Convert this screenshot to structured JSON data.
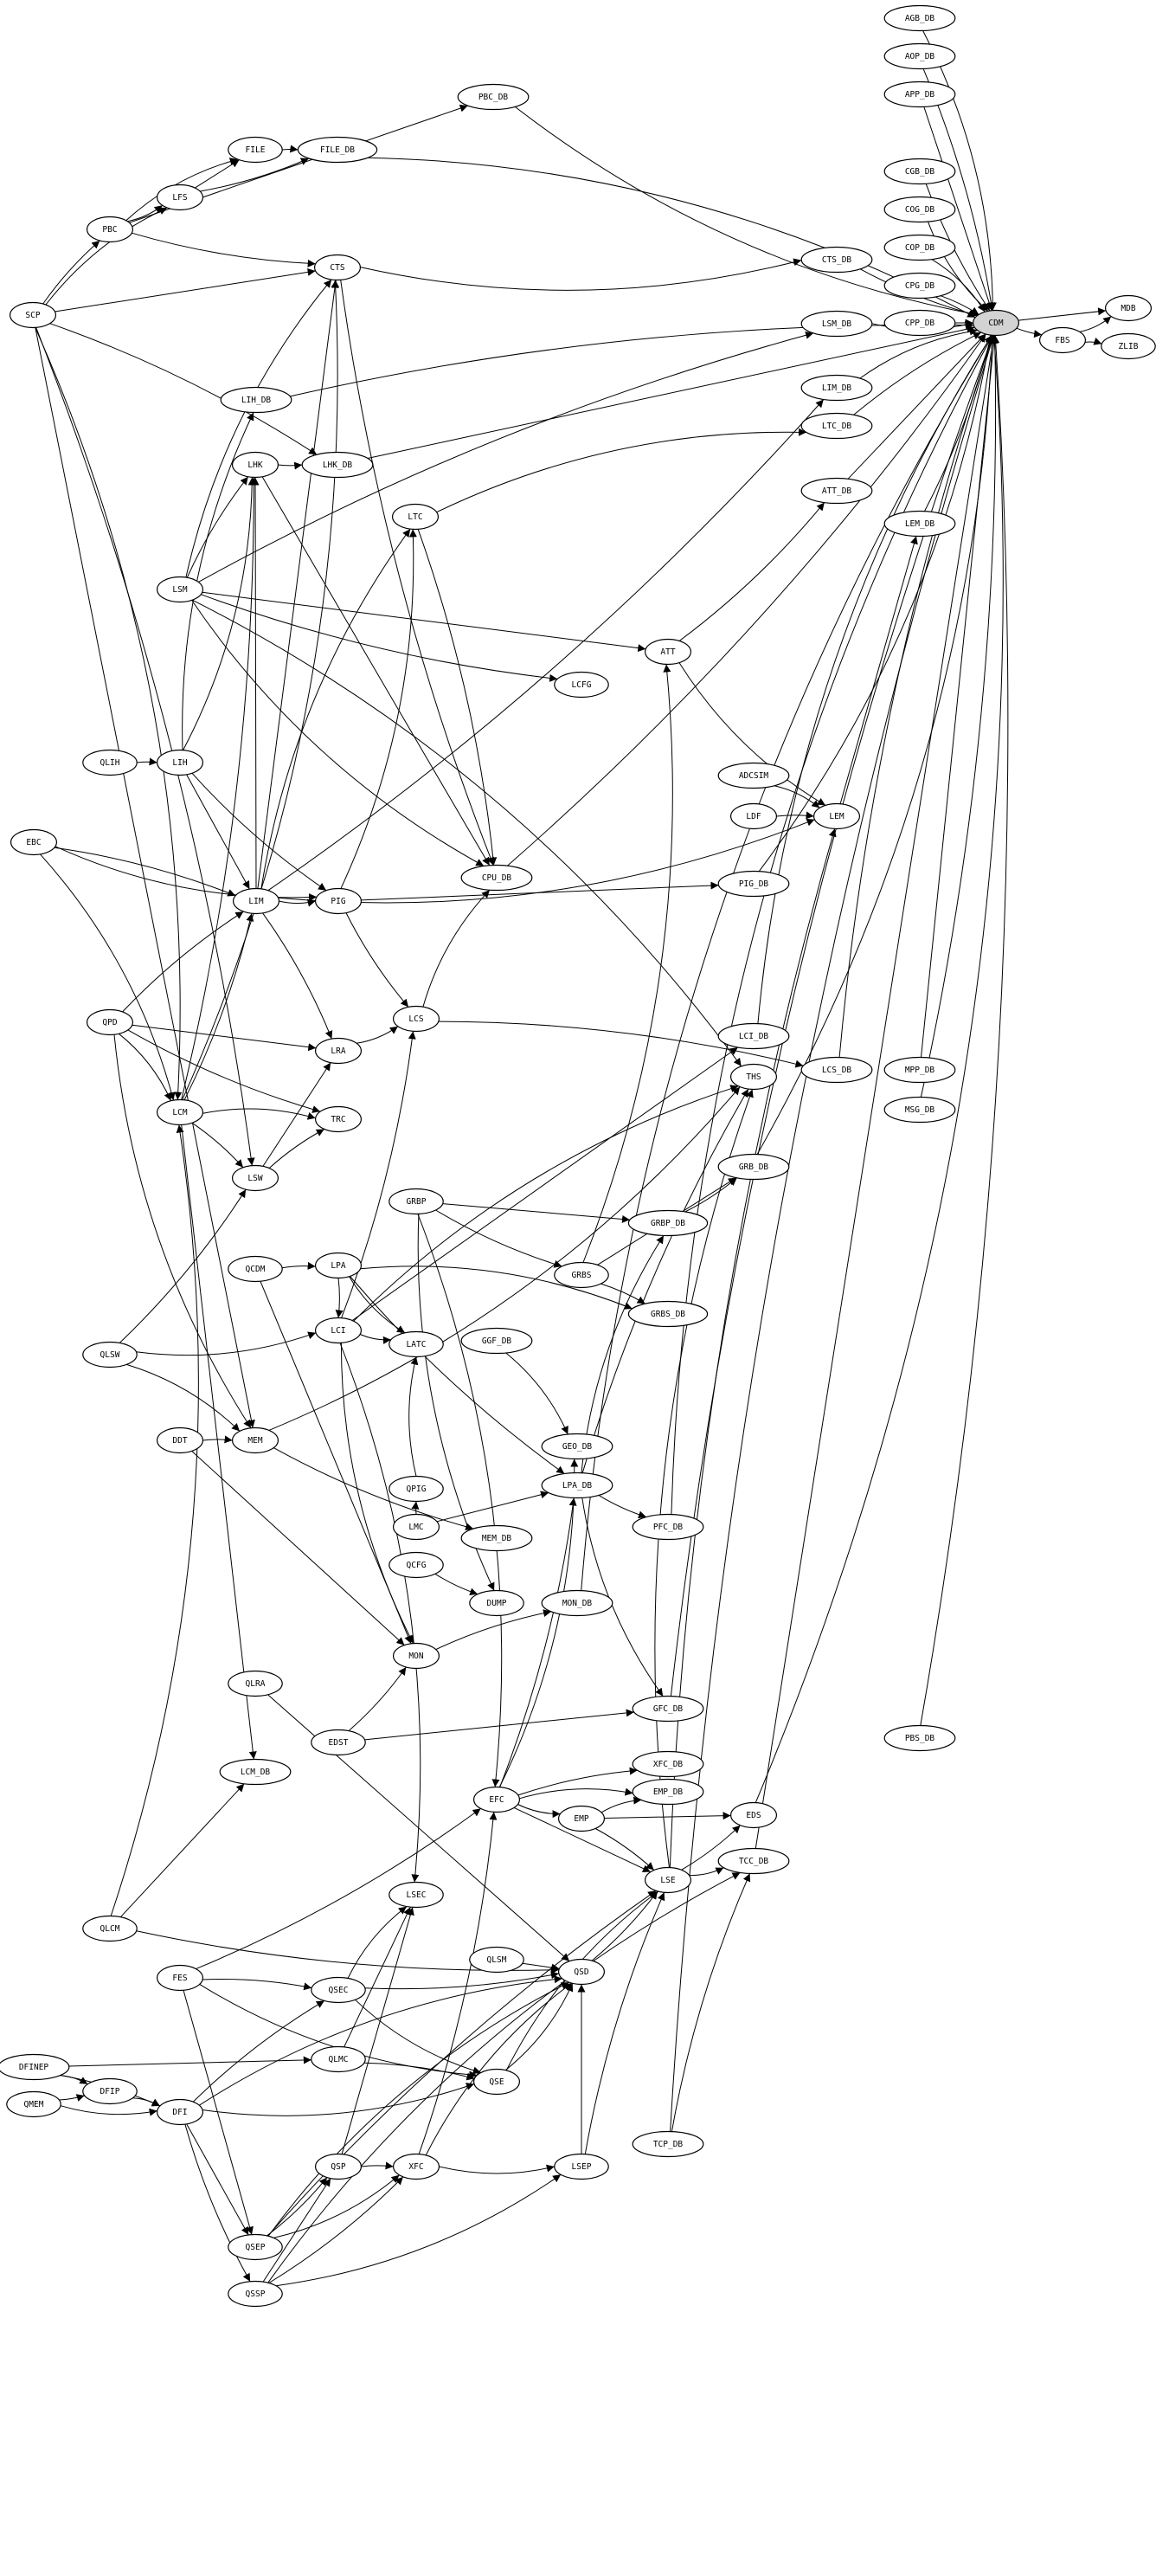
{
  "graph": {
    "highlight_node": "CDM",
    "highlight_color": "#d3d3d3",
    "nodes": [
      "AGB_DB",
      "AOP_DB",
      "APP_DB",
      "CGB_DB",
      "COG_DB",
      "COP_DB",
      "CPG_DB",
      "CPP_DB",
      "CDM",
      "FBS",
      "MDB",
      "ZLIB",
      "CTS_DB",
      "LSM_DB",
      "LIM_DB",
      "LTC_DB",
      "ATT_DB",
      "LEM_DB",
      "PBC_DB",
      "FILE",
      "FILE_DB",
      "LFS",
      "PBC",
      "CTS",
      "SCP",
      "LIH_DB",
      "LHK",
      "LHK_DB",
      "LTC",
      "LSM",
      "LCFG",
      "ATT",
      "QLIH",
      "LIH",
      "EBC",
      "CPU_DB",
      "LIM",
      "PIG",
      "ADCSIM",
      "LDF",
      "LEM",
      "PIG_DB",
      "LCS",
      "QPD",
      "LRA",
      "LCM",
      "TRC",
      "LCI_DB",
      "THS",
      "LCS_DB",
      "MPP_DB",
      "MSG_DB",
      "LSW",
      "GRBP",
      "GRB_DB",
      "GRBP_DB",
      "QCDM",
      "LPA",
      "GRBS",
      "GRBS_DB",
      "LCI",
      "LATC",
      "GGF_DB",
      "QLSW",
      "DDT",
      "MEM",
      "GEO_DB",
      "LPA_DB",
      "QPIG",
      "LMC",
      "MEM_DB",
      "PFC_DB",
      "QCFG",
      "DUMP",
      "MON_DB",
      "MON",
      "QLRA",
      "EDST",
      "GFC_DB",
      "PBS_DB",
      "LCM_DB",
      "XFC_DB",
      "EMP_DB",
      "EFC",
      "EMP",
      "EDS",
      "TCC_DB",
      "LSE",
      "LSEC",
      "QLCM",
      "QLSM",
      "QSD",
      "FES",
      "QSEC",
      "QLMC",
      "DFINEP",
      "QSE",
      "DFIP",
      "QMEM",
      "DFI",
      "QSP",
      "XFC",
      "LSEP",
      "TCP_DB",
      "QSEP",
      "QSSP"
    ],
    "edges": [
      [
        "AGB_DB",
        "CDM"
      ],
      [
        "AOP_DB",
        "CDM"
      ],
      [
        "APP_DB",
        "CDM"
      ],
      [
        "CGB_DB",
        "CDM"
      ],
      [
        "COG_DB",
        "CDM"
      ],
      [
        "COP_DB",
        "CDM"
      ],
      [
        "CPG_DB",
        "CDM"
      ],
      [
        "CPP_DB",
        "CDM"
      ],
      [
        "CTS_DB",
        "CDM"
      ],
      [
        "LSM_DB",
        "CDM"
      ],
      [
        "LIM_DB",
        "CDM"
      ],
      [
        "LTC_DB",
        "CDM"
      ],
      [
        "ATT_DB",
        "CDM"
      ],
      [
        "LEM_DB",
        "CDM"
      ],
      [
        "PBC_DB",
        "CDM"
      ],
      [
        "FILE_DB",
        "CDM"
      ],
      [
        "LIH_DB",
        "CDM"
      ],
      [
        "LHK_DB",
        "CDM"
      ],
      [
        "CPU_DB",
        "CDM"
      ],
      [
        "PIG_DB",
        "CDM"
      ],
      [
        "LCI_DB",
        "CDM"
      ],
      [
        "LCS_DB",
        "CDM"
      ],
      [
        "MPP_DB",
        "CDM"
      ],
      [
        "MSG_DB",
        "CDM"
      ],
      [
        "GRB_DB",
        "CDM"
      ],
      [
        "PFC_DB",
        "CDM"
      ],
      [
        "GFC_DB",
        "CDM"
      ],
      [
        "TCC_DB",
        "CDM"
      ],
      [
        "PBS_DB",
        "CDM"
      ],
      [
        "EDS",
        "CDM"
      ],
      [
        "MON_DB",
        "CDM"
      ],
      [
        "TCP_DB",
        "CDM"
      ],
      [
        "CDM",
        "MDB"
      ],
      [
        "CDM",
        "FBS"
      ],
      [
        "FBS",
        "MDB"
      ],
      [
        "FBS",
        "ZLIB"
      ],
      [
        "FILE",
        "FILE_DB"
      ],
      [
        "LFS",
        "FILE"
      ],
      [
        "LFS",
        "FILE_DB"
      ],
      [
        "PBC",
        "LFS"
      ],
      [
        "PBC",
        "FILE"
      ],
      [
        "SCP",
        "PBC"
      ],
      [
        "SCP",
        "CTS"
      ],
      [
        "PBC",
        "CTS"
      ],
      [
        "CTS",
        "CTS_DB"
      ],
      [
        "SCP",
        "LFS"
      ],
      [
        "SCP",
        "LHK_DB"
      ],
      [
        "PBC",
        "PBC_DB"
      ],
      [
        "LHK",
        "LHK_DB"
      ],
      [
        "LIH",
        "LHK"
      ],
      [
        "LIH",
        "LIH_DB"
      ],
      [
        "LSM",
        "LHK"
      ],
      [
        "LIM",
        "LHK"
      ],
      [
        "LCM",
        "LHK"
      ],
      [
        "LCM",
        "CTS"
      ],
      [
        "LSM",
        "CTS"
      ],
      [
        "LSM",
        "LSM_DB"
      ],
      [
        "LSM",
        "ATT"
      ],
      [
        "LSM",
        "LCFG"
      ],
      [
        "LSM",
        "CPU_DB"
      ],
      [
        "LSM",
        "THS"
      ],
      [
        "QLIH",
        "LIH"
      ],
      [
        "LIH",
        "LIM"
      ],
      [
        "LIH",
        "PIG"
      ],
      [
        "LIM",
        "PIG"
      ],
      [
        "LIM",
        "LTC"
      ],
      [
        "LIM",
        "LRA"
      ],
      [
        "LIM",
        "CTS"
      ],
      [
        "LIM",
        "LIM_DB"
      ],
      [
        "LIM",
        "LEM"
      ],
      [
        "LTC",
        "LTC_DB"
      ],
      [
        "LTC",
        "CPU_DB"
      ],
      [
        "LHK",
        "CPU_DB"
      ],
      [
        "CTS",
        "CPU_DB"
      ],
      [
        "EBC",
        "PIG"
      ],
      [
        "EBC",
        "LCM"
      ],
      [
        "EBC",
        "LIM"
      ],
      [
        "PIG",
        "PIG_DB"
      ],
      [
        "PIG",
        "LCS"
      ],
      [
        "PIG",
        "LTC"
      ],
      [
        "ADCSIM",
        "LEM"
      ],
      [
        "LDF",
        "LEM"
      ],
      [
        "LEM",
        "LEM_DB"
      ],
      [
        "ATT",
        "ATT_DB"
      ],
      [
        "ATT",
        "LEM"
      ],
      [
        "QPD",
        "LCM"
      ],
      [
        "QPD",
        "LIM"
      ],
      [
        "QPD",
        "LRA"
      ],
      [
        "QPD",
        "TRC"
      ],
      [
        "QPD",
        "MEM"
      ],
      [
        "LCM",
        "TRC"
      ],
      [
        "LCM",
        "LSW"
      ],
      [
        "LCM",
        "LCM_DB"
      ],
      [
        "LCM",
        "LIM"
      ],
      [
        "LRA",
        "LCS"
      ],
      [
        "LCS",
        "CPU_DB"
      ],
      [
        "LCS",
        "LCS_DB"
      ],
      [
        "LCI",
        "LCI_DB"
      ],
      [
        "LCI",
        "LCS"
      ],
      [
        "LCI",
        "LATC"
      ],
      [
        "LCI",
        "THS"
      ],
      [
        "LSW",
        "TRC"
      ],
      [
        "LSW",
        "LRA"
      ],
      [
        "QLSW",
        "LSW"
      ],
      [
        "QLSW",
        "LCI"
      ],
      [
        "QLSW",
        "MEM"
      ],
      [
        "QCDM",
        "LPA"
      ],
      [
        "QCDM",
        "MON"
      ],
      [
        "LPA",
        "LPA_DB"
      ],
      [
        "LPA",
        "LATC"
      ],
      [
        "LPA",
        "GRBS_DB"
      ],
      [
        "LPA",
        "LCI"
      ],
      [
        "GRBP",
        "GRBP_DB"
      ],
      [
        "GRBP",
        "GRBS"
      ],
      [
        "GRBP",
        "DUMP"
      ],
      [
        "GRBP",
        "EFC"
      ],
      [
        "GRBS",
        "GRBS_DB"
      ],
      [
        "GRBS",
        "GRB_DB"
      ],
      [
        "GRBP_DB",
        "GRB_DB"
      ],
      [
        "GRBS",
        "ATT"
      ],
      [
        "GGF_DB",
        "GEO_DB"
      ],
      [
        "DDT",
        "MEM"
      ],
      [
        "DDT",
        "MON"
      ],
      [
        "MEM",
        "MEM_DB"
      ],
      [
        "MEM",
        "THS"
      ],
      [
        "QPIG",
        "LATC"
      ],
      [
        "LMC",
        "QPIG"
      ],
      [
        "LMC",
        "LPA_DB"
      ],
      [
        "QCFG",
        "DUMP"
      ],
      [
        "LCI",
        "MON"
      ],
      [
        "LCI",
        "LSEC"
      ],
      [
        "MON",
        "MON_DB"
      ],
      [
        "QLRA",
        "QSD"
      ],
      [
        "LPA_DB",
        "PFC_DB"
      ],
      [
        "LPA_DB",
        "GFC_DB"
      ],
      [
        "LPA_DB",
        "GRBP_DB"
      ],
      [
        "LPA_DB",
        "THS"
      ],
      [
        "EDST",
        "GFC_DB"
      ],
      [
        "EDST",
        "MON"
      ],
      [
        "EFC",
        "EMP"
      ],
      [
        "EFC",
        "EMP_DB"
      ],
      [
        "EFC",
        "XFC_DB"
      ],
      [
        "EFC",
        "LSE"
      ],
      [
        "EFC",
        "LPA_DB"
      ],
      [
        "EFC",
        "GEO_DB"
      ],
      [
        "EMP",
        "EMP_DB"
      ],
      [
        "EMP",
        "LSE"
      ],
      [
        "EMP",
        "EDS"
      ],
      [
        "LSE",
        "EDS"
      ],
      [
        "LSE",
        "TCC_DB"
      ],
      [
        "LSE",
        "THS"
      ],
      [
        "LSE",
        "LEM"
      ],
      [
        "QLSM",
        "QSD"
      ],
      [
        "QSD",
        "LSE"
      ],
      [
        "QSE",
        "QSD"
      ],
      [
        "QSE",
        "LSE"
      ],
      [
        "QLMC",
        "QSE"
      ],
      [
        "QLMC",
        "LSEC"
      ],
      [
        "QSEC",
        "QSD"
      ],
      [
        "QSEC",
        "QSE"
      ],
      [
        "QSEC",
        "LSEC"
      ],
      [
        "FES",
        "QSEC"
      ],
      [
        "FES",
        "QSEP"
      ],
      [
        "FES",
        "EFC"
      ],
      [
        "FES",
        "QSE"
      ],
      [
        "DFINEP",
        "DFIP"
      ],
      [
        "DFINEP",
        "DFI"
      ],
      [
        "DFINEP",
        "QLMC"
      ],
      [
        "QMEM",
        "DFIP"
      ],
      [
        "QMEM",
        "DFI"
      ],
      [
        "DFIP",
        "DFI"
      ],
      [
        "DFI",
        "QSEC"
      ],
      [
        "DFI",
        "QSEP"
      ],
      [
        "DFI",
        "QSSP"
      ],
      [
        "DFI",
        "QSE"
      ],
      [
        "DFI",
        "QSD"
      ],
      [
        "QSP",
        "XFC"
      ],
      [
        "QSP",
        "LSEC"
      ],
      [
        "XFC",
        "EFC"
      ],
      [
        "XFC",
        "LSEP"
      ],
      [
        "XFC",
        "QSD"
      ],
      [
        "LSEP",
        "LSE"
      ],
      [
        "LSEP",
        "QSD"
      ],
      [
        "QSEP",
        "QSP"
      ],
      [
        "QSEP",
        "XFC"
      ],
      [
        "QSEP",
        "QSD"
      ],
      [
        "QSEP",
        "LSE"
      ],
      [
        "QSSP",
        "QSP"
      ],
      [
        "QSSP",
        "XFC"
      ],
      [
        "QSSP",
        "LSEP"
      ],
      [
        "QSSP",
        "TCC_DB"
      ],
      [
        "TCP_DB",
        "TCC_DB"
      ],
      [
        "QLCM",
        "LCM_DB"
      ],
      [
        "QLCM",
        "QSD"
      ],
      [
        "QLCM",
        "LCM"
      ],
      [
        "SCP",
        "LCM"
      ],
      [
        "SCP",
        "LSW"
      ],
      [
        "SCP",
        "MEM"
      ]
    ]
  }
}
